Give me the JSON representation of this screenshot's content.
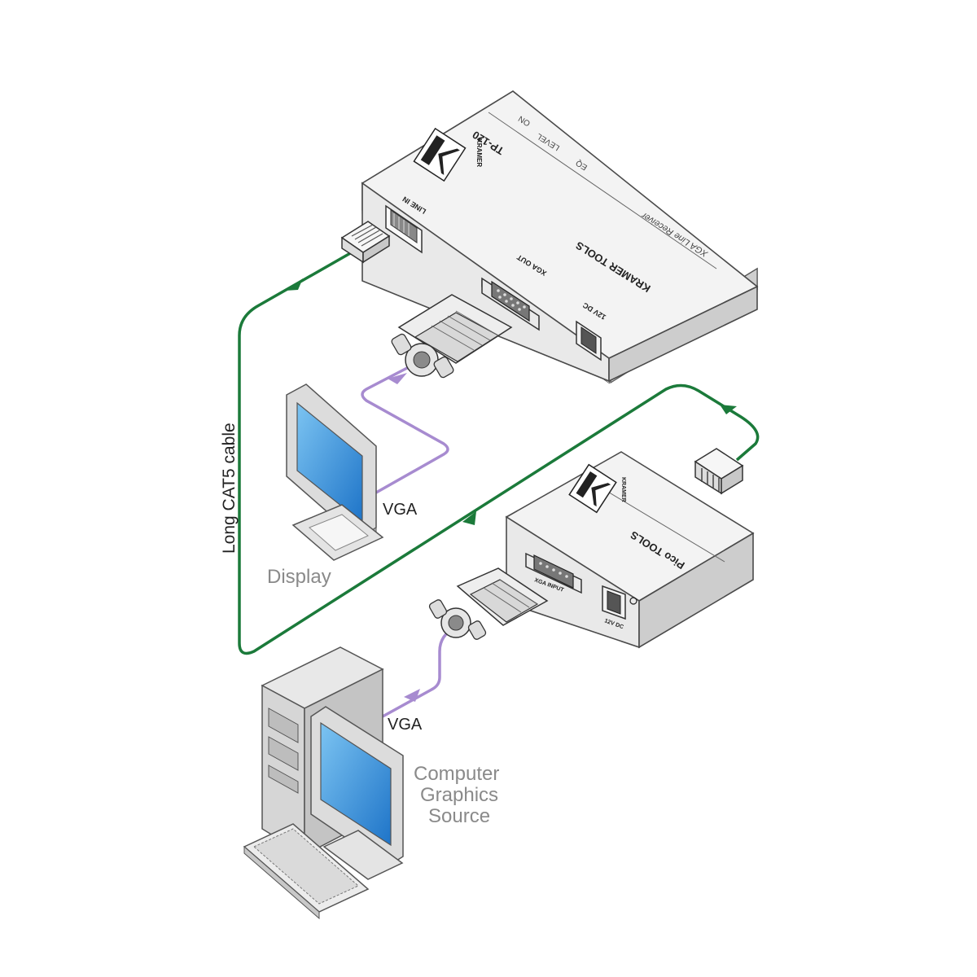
{
  "colors": {
    "cat5_cable": "#1b7a3a",
    "vga_cable": "#a78bd0",
    "device_face": "#ececec",
    "device_top": "#f4f4f4",
    "device_edge": "#555555",
    "screen": "#3a9be0",
    "label_gray": "#8a8a8a",
    "label_black": "#222222"
  },
  "labels": {
    "cable_cat5": "Long CAT5 cable",
    "vga_top": "VGA",
    "vga_bottom": "VGA",
    "display": "Display",
    "source_line1": "Computer",
    "source_line2": "Graphics",
    "source_line3": "Source"
  },
  "receiver": {
    "model": "TP-120",
    "ind_on": "ON",
    "ind_level": "LEVEL",
    "ind_eq": "EQ",
    "subtitle": "XGA Line Receiver",
    "brand": "KRAMER TOOLS",
    "port_line_in": "LINE IN",
    "port_xga_out": "XGA OUT",
    "port_power": "12V DC",
    "logo_text": "KRAMER"
  },
  "transmitter": {
    "brand": "Pico TOOLS",
    "port_xga_input": "XGA INPUT",
    "port_power": "12V DC",
    "logo_text": "KRAMER"
  },
  "icons": [
    "kramer-logo-icon",
    "rj45-plug-icon",
    "vga-connector-icon",
    "power-jack-icon",
    "arrow-icon",
    "monitor-icon",
    "pc-tower-icon",
    "keyboard-icon"
  ]
}
